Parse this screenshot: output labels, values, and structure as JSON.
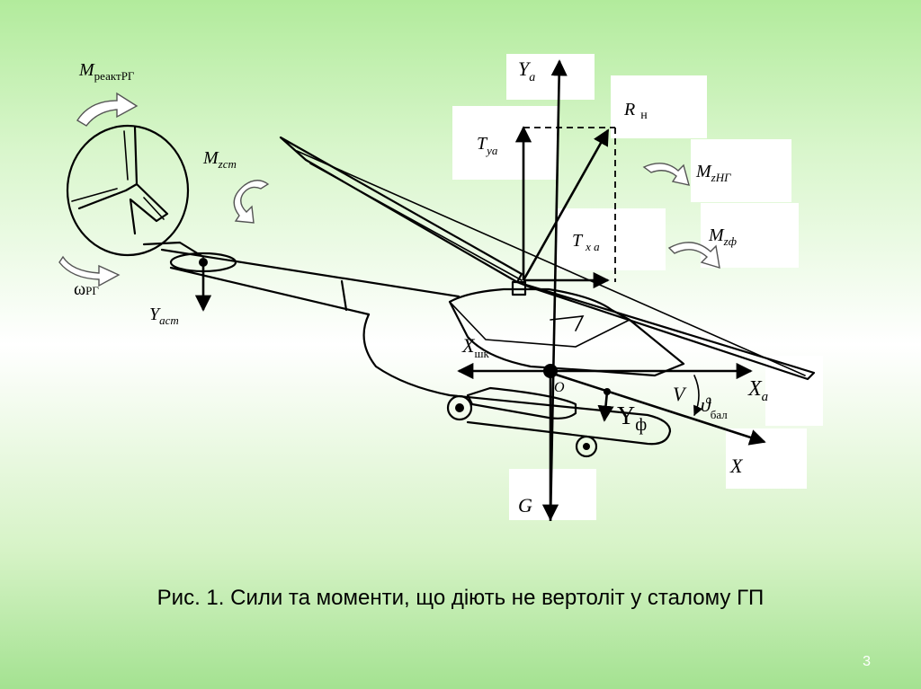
{
  "caption": "Рис. 1. Сили та моменти, що діють не вертоліт у сталому ГП",
  "page_number": "3",
  "labels": {
    "m_reakt": {
      "main": "M",
      "sub": "реактРГ"
    },
    "m_zst": {
      "main": "M",
      "sub": "zст"
    },
    "omega_rg": {
      "main": "ω",
      "sub": "РГ"
    },
    "y_ast": {
      "main": "Y",
      "sub": "aст"
    },
    "y_a": {
      "main": "Y",
      "sub": "a"
    },
    "r_n": {
      "main": "R",
      "sub": "н"
    },
    "t_ya": {
      "main": "T",
      "sub": "ya"
    },
    "t_xa": {
      "main": "T",
      "sub": "x a"
    },
    "m_zng": {
      "main": "M",
      "sub": "zНГ"
    },
    "m_zf": {
      "main": "M",
      "sub": "zф"
    },
    "x_shk": {
      "main": "X",
      "sub": "шк"
    },
    "o": "O",
    "v": "V",
    "theta_bal": {
      "main": "ϑ",
      "sub": "бал"
    },
    "x_a": {
      "main": "X",
      "sub": "a"
    },
    "y_f": {
      "main": "Y",
      "sub": "ф"
    },
    "x": "X",
    "g": "G"
  },
  "colors": {
    "background_top": "#b2eb9c",
    "background_mid": "#ffffff",
    "background_bottom": "#a4e291",
    "line": "#000000",
    "label_box": "#ffffff"
  }
}
